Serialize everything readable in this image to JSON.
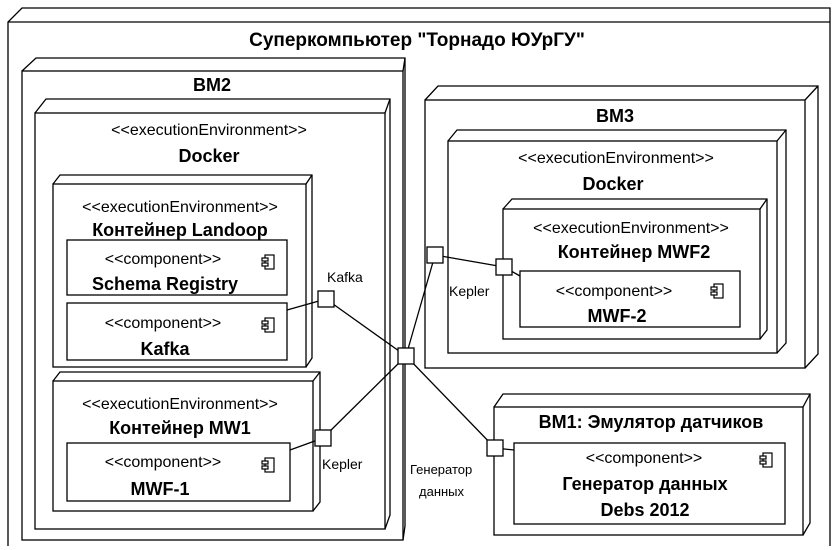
{
  "diagram": {
    "outer_title": "Суперкомпьютер \"Торнадо ЮУрГУ\"",
    "nodes": {
      "vm2": {
        "label": "ВМ2"
      },
      "vm3": {
        "label": "ВМ3"
      },
      "vm1": {
        "label": "ВМ1: Эмулятор датчиков"
      }
    },
    "docker_vm2": {
      "stereotype": "<<executionEnvironment>>",
      "name": "Docker"
    },
    "docker_vm3": {
      "stereotype": "<<executionEnvironment>>",
      "name": "Docker"
    },
    "landoop": {
      "stereotype": "<<executionEnvironment>>",
      "name": "Контейнер Landoop"
    },
    "mw1_container": {
      "stereotype": "<<executionEnvironment>>",
      "name": "Контейнер MW1"
    },
    "mwf2_container": {
      "stereotype": "<<executionEnvironment>>",
      "name": "Контейнер MWF2"
    },
    "components": {
      "schema_registry": {
        "stereotype": "<<component>>",
        "name": "Schema Registry"
      },
      "kafka": {
        "stereotype": "<<component>>",
        "name": "Kafka"
      },
      "mwf1": {
        "stereotype": "<<component>>",
        "name": "MWF-1"
      },
      "mwf2": {
        "stereotype": "<<component>>",
        "name": "MWF-2"
      },
      "generator": {
        "stereotype": "<<component>>",
        "name_line1": "Генератор данных",
        "name_line2": "Debs 2012"
      }
    },
    "port_labels": {
      "kafka": "Kafka",
      "kepler_mw1": "Kepler",
      "kepler_mwf2": "Kepler",
      "generator_line1": "Генератор",
      "generator_line2": "данных"
    }
  }
}
